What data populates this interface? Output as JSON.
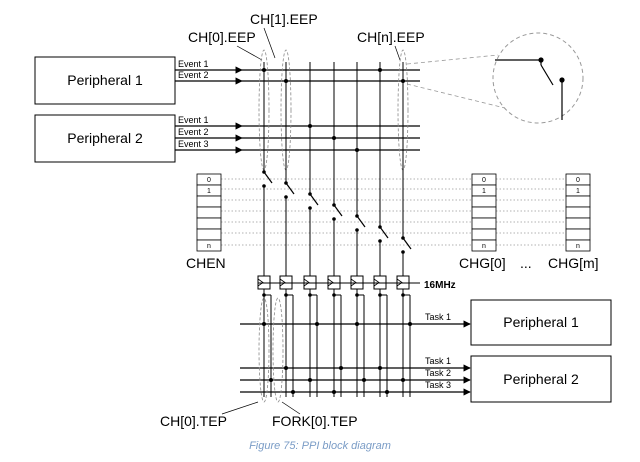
{
  "labels": {
    "ch0_eep": "CH[0].EEP",
    "ch1_eep": "CH[1].EEP",
    "chn_eep": "CH[n].EEP",
    "chen": "CHEN",
    "chg0": "CHG[0]",
    "ellipsis": "...",
    "chgm": "CHG[m]",
    "clock": "16MHz",
    "ch0_tep": "CH[0].TEP",
    "fork0_tep": "FORK[0].TEP"
  },
  "peripherals_top": [
    {
      "name": "Peripheral 1",
      "events": [
        "Event 1",
        "Event 2"
      ]
    },
    {
      "name": "Peripheral 2",
      "events": [
        "Event 1",
        "Event 2",
        "Event 3"
      ]
    }
  ],
  "peripherals_bottom": [
    {
      "name": "Peripheral 1",
      "tasks": [
        "Task 1"
      ]
    },
    {
      "name": "Peripheral 2",
      "tasks": [
        "Task 1",
        "Task 2",
        "Task 3"
      ]
    }
  ],
  "register_rows": [
    "0",
    "1",
    "",
    "",
    "",
    "",
    "n"
  ],
  "caption": "Figure 75: PPI block diagram"
}
